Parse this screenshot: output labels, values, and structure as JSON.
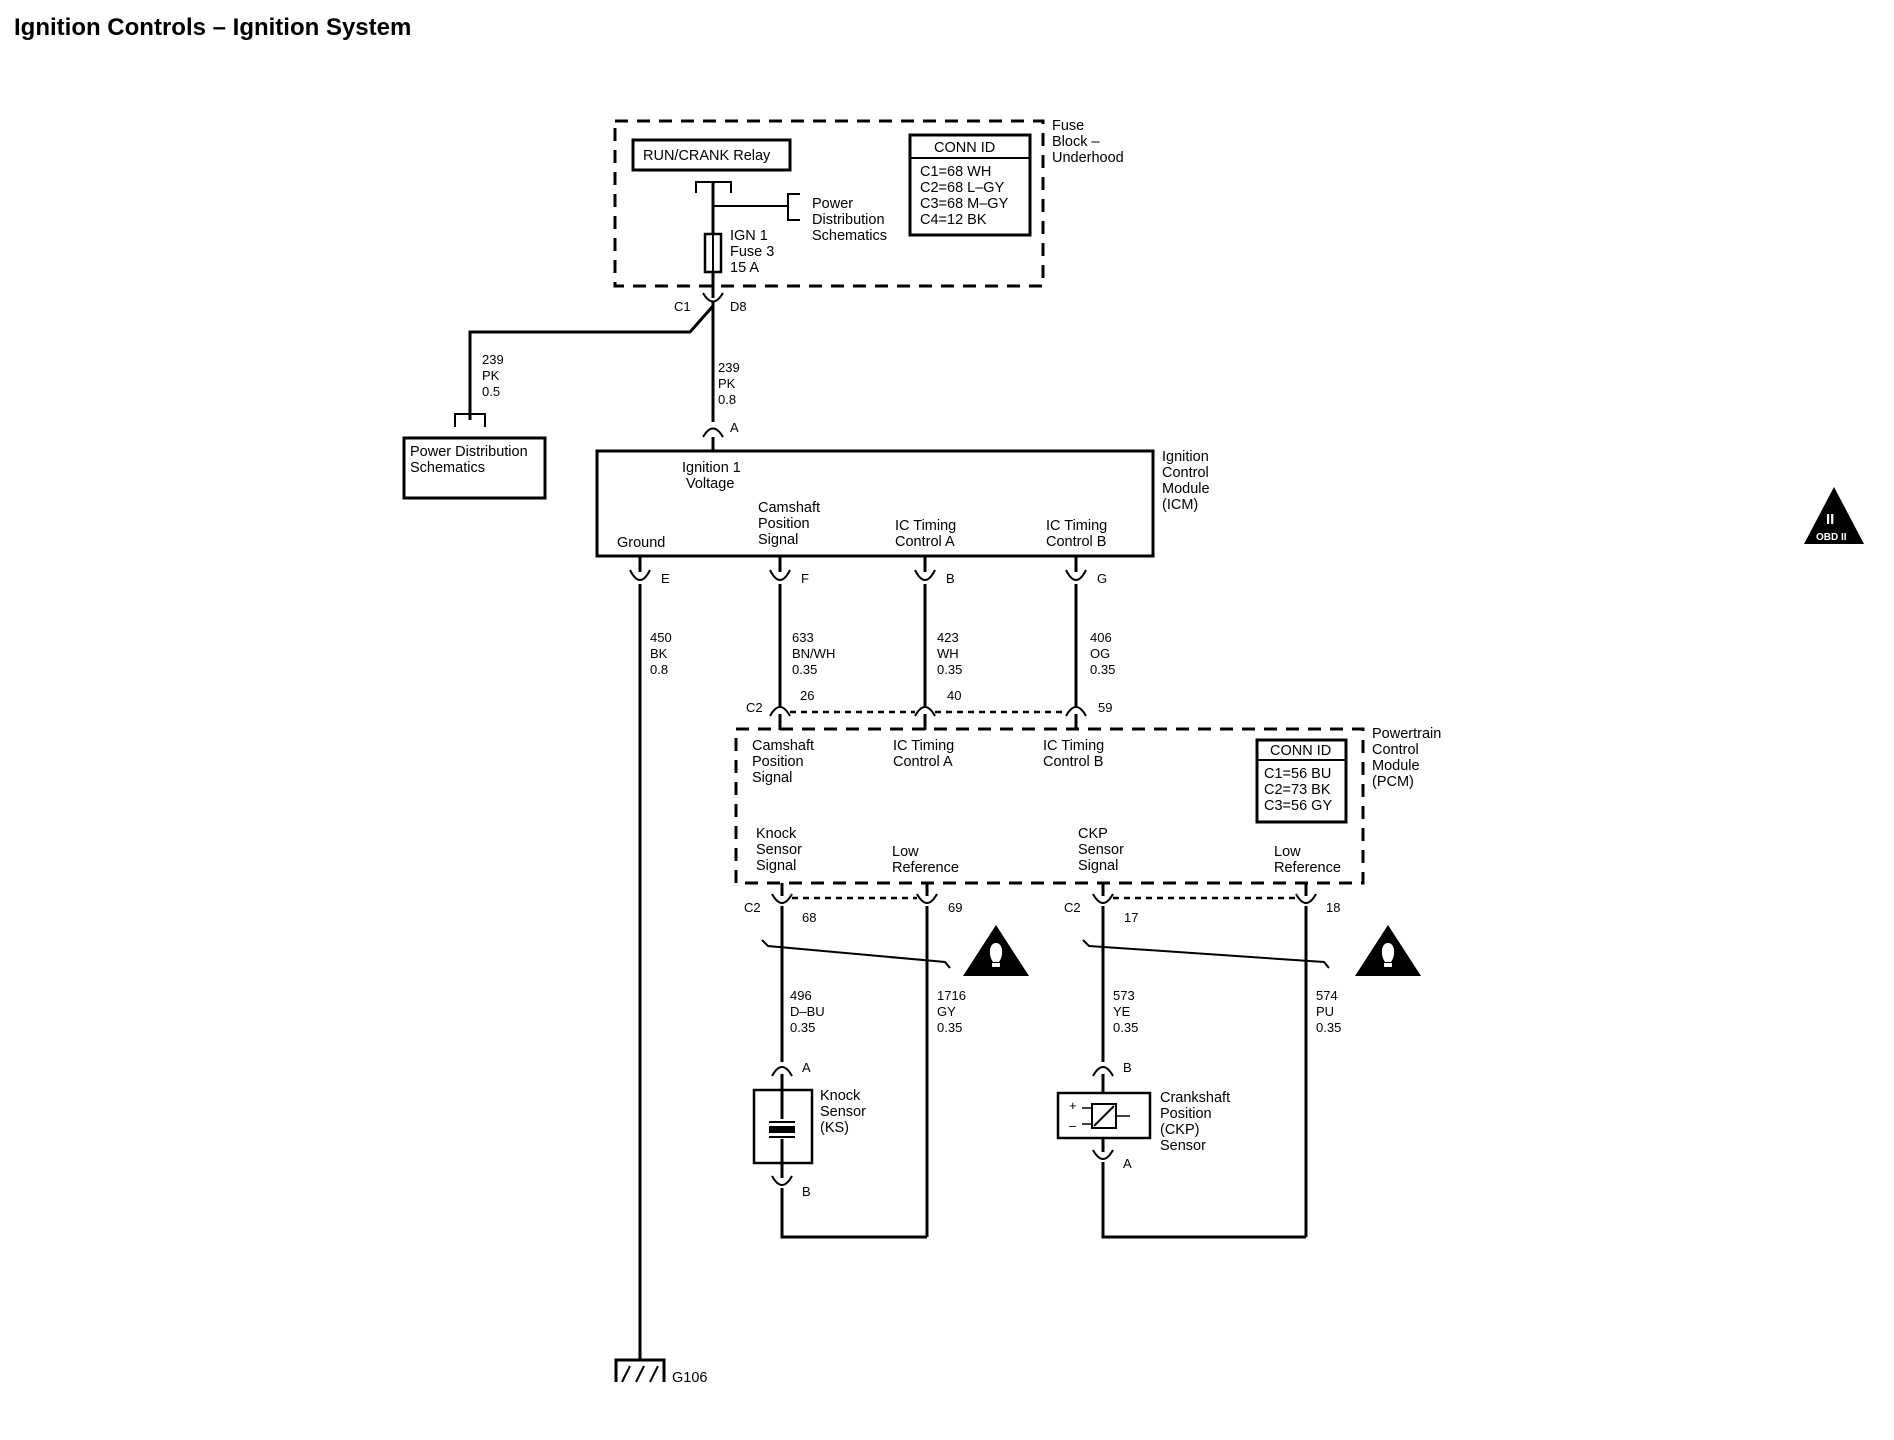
{
  "title": "Ignition Controls – Ignition System",
  "fuse_block": {
    "name": [
      "Fuse",
      "Block –",
      "Underhood"
    ],
    "relay": "RUN/CRANK Relay",
    "power_dist_ref": [
      "Power",
      "Distribution",
      "Schematics"
    ],
    "fuse": [
      "IGN 1",
      "Fuse 3",
      "15 A"
    ],
    "conn_id_title": "CONN ID",
    "conn_ids": [
      "C1=68 WH",
      "C2=68 L–GY",
      "C3=68 M–GY",
      "C4=12 BK"
    ],
    "out_connector": "C1",
    "out_pin": "D8"
  },
  "power_dist_box": [
    "Power Distribution",
    "Schematics"
  ],
  "wires": {
    "pd_branch": [
      "239",
      "PK",
      "0.5"
    ],
    "icm_feed": [
      "239",
      "PK",
      "0.8"
    ],
    "ground": [
      "450",
      "BK",
      "0.8"
    ],
    "cam": [
      "633",
      "BN/WH",
      "0.35"
    ],
    "ic_a": [
      "423",
      "WH",
      "0.35"
    ],
    "ic_b": [
      "406",
      "OG",
      "0.35"
    ],
    "ks_sig": [
      "496",
      "D–BU",
      "0.35"
    ],
    "ks_ref": [
      "1716",
      "GY",
      "0.35"
    ],
    "ckp_sig": [
      "573",
      "YE",
      "0.35"
    ],
    "ckp_ref": [
      "574",
      "PU",
      "0.35"
    ]
  },
  "icm": {
    "name": [
      "Ignition",
      "Control",
      "Module",
      "(ICM)"
    ],
    "in_pin": "A",
    "ign_label": [
      "Ignition 1",
      "Voltage"
    ],
    "ground_label": "Ground",
    "cam_label": [
      "Camshaft",
      "Position",
      "Signal"
    ],
    "ic_a_label": [
      "IC Timing",
      "Control A"
    ],
    "ic_b_label": [
      "IC Timing",
      "Control B"
    ],
    "pins": {
      "ground": "E",
      "cam": "F",
      "ic_a": "B",
      "ic_b": "G"
    }
  },
  "pcm": {
    "name": [
      "Powertrain",
      "Control",
      "Module",
      "(PCM)"
    ],
    "conn_id_title": "CONN ID",
    "conn_ids": [
      "C1=56 BU",
      "C2=73 BK",
      "C3=56 GY"
    ],
    "top_connector": "C2",
    "top_pins": [
      "26",
      "40",
      "59"
    ],
    "cam_label": [
      "Camshaft",
      "Position",
      "Signal"
    ],
    "ic_a_label": [
      "IC Timing",
      "Control A"
    ],
    "ic_b_label": [
      "IC Timing",
      "Control B"
    ],
    "knock_label": [
      "Knock",
      "Sensor",
      "Signal"
    ],
    "low_ref_label": [
      "Low",
      "Reference"
    ],
    "ckp_label": [
      "CKP",
      "Sensor",
      "Signal"
    ],
    "ks_connector": "C2",
    "ks_pins": [
      "68",
      "69"
    ],
    "ckp_connector": "C2",
    "ckp_pins": [
      "17",
      "18"
    ]
  },
  "knock_sensor": {
    "name": [
      "Knock",
      "Sensor",
      "(KS)"
    ],
    "pin_top": "A",
    "pin_bottom": "B"
  },
  "ckp_sensor": {
    "name": [
      "Crankshaft",
      "Position",
      "(CKP)",
      "Sensor"
    ],
    "pin_top": "B",
    "pin_bottom": "A",
    "plus": "+",
    "minus": "–"
  },
  "ground_point": "G106",
  "obd_badge": {
    "roman": "II",
    "text": "OBD II"
  },
  "warning_symbols": [
    "caution-icon",
    "caution-icon"
  ]
}
